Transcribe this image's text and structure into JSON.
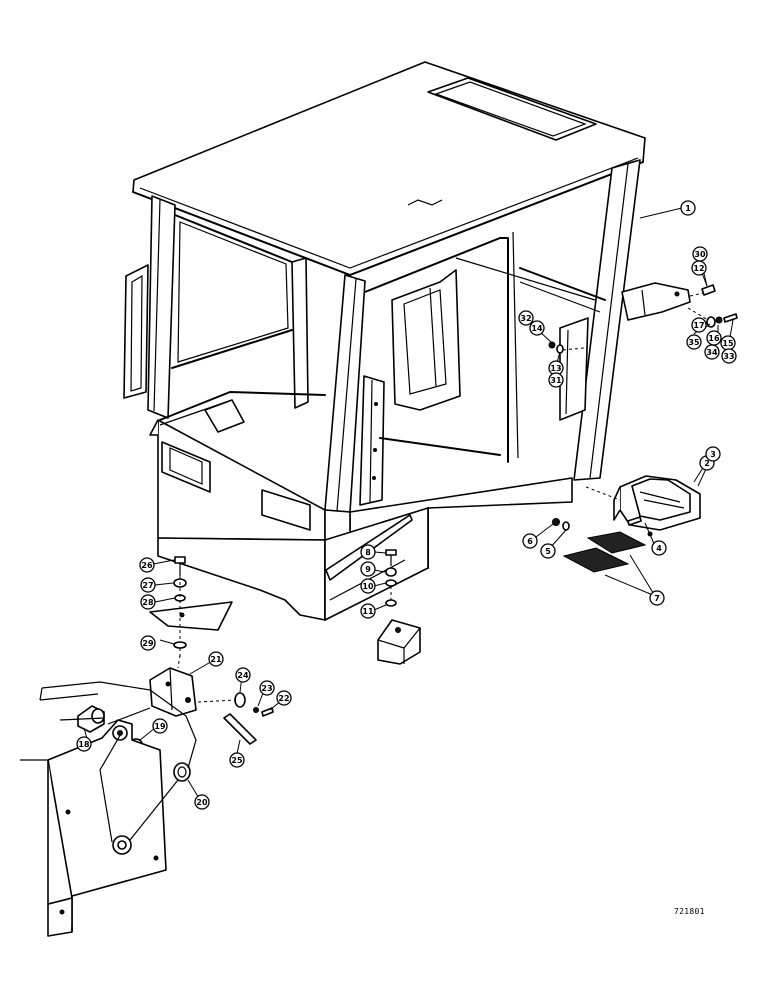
{
  "drawing_number": "721801",
  "callouts": [
    {
      "label": "1"
    },
    {
      "label": "2"
    },
    {
      "label": "3"
    },
    {
      "label": "4"
    },
    {
      "label": "5"
    },
    {
      "label": "6"
    },
    {
      "label": "7"
    },
    {
      "label": "8"
    },
    {
      "label": "9"
    },
    {
      "label": "10"
    },
    {
      "label": "11"
    },
    {
      "label": "12"
    },
    {
      "label": "13"
    },
    {
      "label": "14"
    },
    {
      "label": "15"
    },
    {
      "label": "16"
    },
    {
      "label": "17"
    },
    {
      "label": "18"
    },
    {
      "label": "19"
    },
    {
      "label": "20"
    },
    {
      "label": "21"
    },
    {
      "label": "22"
    },
    {
      "label": "23"
    },
    {
      "label": "24"
    },
    {
      "label": "25"
    },
    {
      "label": "26"
    },
    {
      "label": "27"
    },
    {
      "label": "28"
    },
    {
      "label": "29"
    },
    {
      "label": "30"
    },
    {
      "label": "31"
    },
    {
      "label": "32"
    },
    {
      "label": "33"
    },
    {
      "label": "34"
    },
    {
      "label": "35"
    }
  ]
}
